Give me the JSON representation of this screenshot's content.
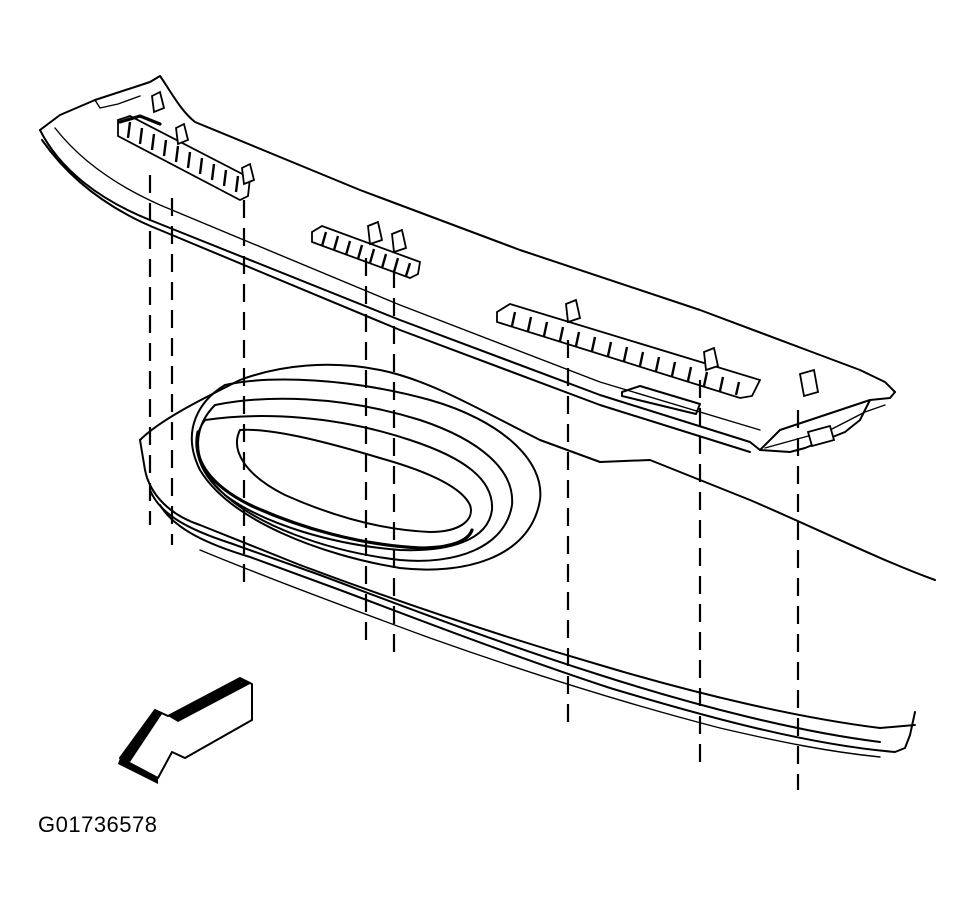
{
  "figure": {
    "id_label": "G01736578"
  },
  "colors": {
    "ink": "#000000",
    "paper": "#ffffff"
  },
  "parts": [
    "defroster-grille-left",
    "defroster-grille-center",
    "defroster-grille-right",
    "instrument-panel",
    "retaining-clips",
    "front-direction-arrow"
  ]
}
